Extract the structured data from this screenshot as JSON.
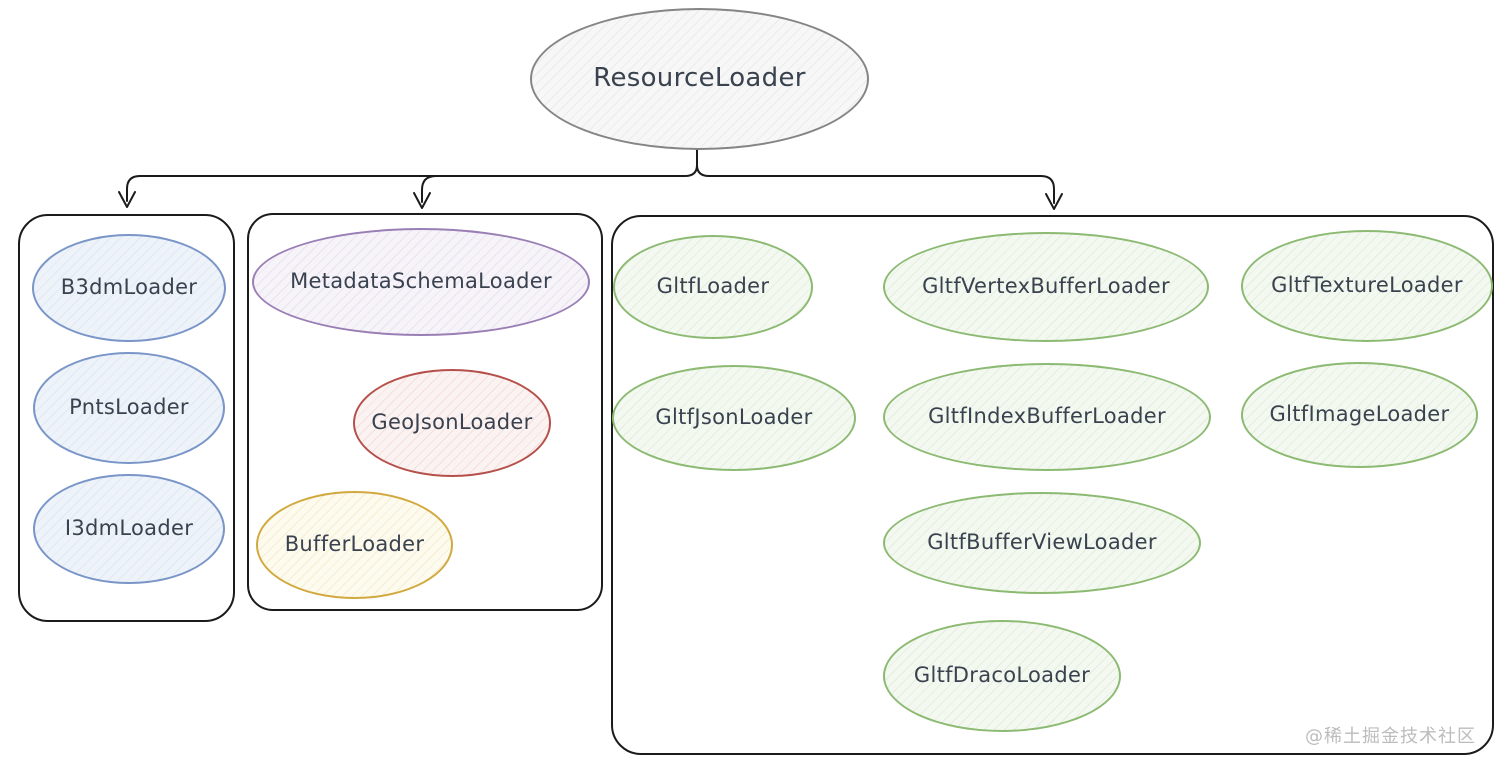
{
  "root": {
    "label": "ResourceLoader"
  },
  "groups": [
    {
      "id": "tile-loaders",
      "items": [
        {
          "label": "B3dmLoader",
          "color": "blue"
        },
        {
          "label": "PntsLoader",
          "color": "blue"
        },
        {
          "label": "I3dmLoader",
          "color": "blue"
        }
      ]
    },
    {
      "id": "schema-loaders",
      "items": [
        {
          "label": "MetadataSchemaLoader",
          "color": "purple"
        },
        {
          "label": "GeoJsonLoader",
          "color": "red"
        },
        {
          "label": "BufferLoader",
          "color": "yellow"
        }
      ]
    },
    {
      "id": "gltf-loaders",
      "items": [
        {
          "label": "GltfLoader",
          "color": "green"
        },
        {
          "label": "GltfVertexBufferLoader",
          "color": "green"
        },
        {
          "label": "GltfTextureLoader",
          "color": "green"
        },
        {
          "label": "GltfJsonLoader",
          "color": "green"
        },
        {
          "label": "GltfIndexBufferLoader",
          "color": "green"
        },
        {
          "label": "GltfImageLoader",
          "color": "green"
        },
        {
          "label": "GltfBufferViewLoader",
          "color": "green"
        },
        {
          "label": "GltfDracoLoader",
          "color": "green"
        }
      ]
    }
  ],
  "watermark": {
    "label": "@稀土掘金技术社区"
  },
  "palette": {
    "line": {
      "stroke": "#1b1b1b"
    },
    "text": {
      "stroke": "#39424e"
    },
    "gray": {
      "stroke": "#858585",
      "fill": "#f7f7f7",
      "hatch": "#ebebeb"
    },
    "blue": {
      "stroke": "#7a96c8",
      "fill": "#eef3fa",
      "hatch": "#dfe8f4"
    },
    "purple": {
      "stroke": "#9a7fb5",
      "fill": "#f6f3f9",
      "hatch": "#eae3f2"
    },
    "red": {
      "stroke": "#b5504b",
      "fill": "#fbf2f2",
      "hatch": "#f4dfde"
    },
    "yellow": {
      "stroke": "#d2a93f",
      "fill": "#fdfaee",
      "hatch": "#f6edd3"
    },
    "green": {
      "stroke": "#8cba72",
      "fill": "#f3f8f0",
      "hatch": "#e4efdc"
    },
    "watermark": {
      "stroke": "#bcbcbc"
    }
  }
}
